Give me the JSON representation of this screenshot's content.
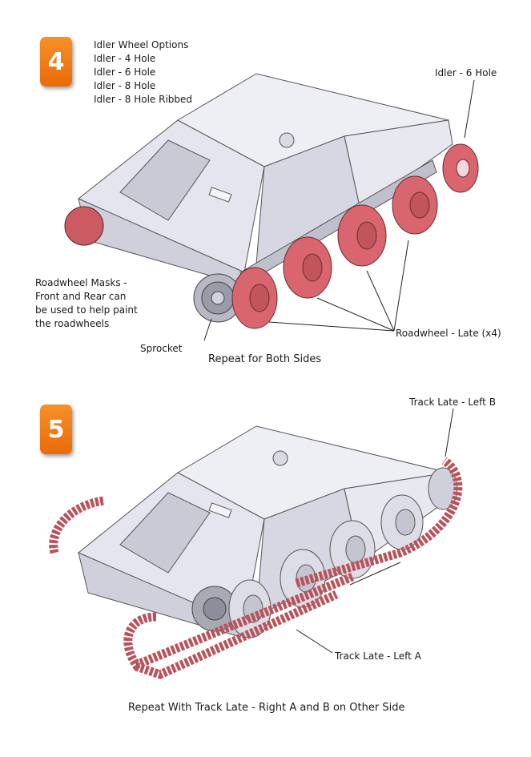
{
  "step4": {
    "number": "4",
    "options_title": "Idler Wheel Options",
    "options": [
      "Idler - 4 Hole",
      "Idler - 6 Hole",
      "Idler - 8 Hole",
      "Idler - 8 Hole Ribbed"
    ],
    "label_idler": "Idler - 6 Hole",
    "label_masks": [
      "Roadwheel Masks -",
      "Front and Rear can",
      "be used to help paint",
      "the roadwheels"
    ],
    "label_sprocket": "Sprocket",
    "label_roadwheel": "Roadwheel - Late (x4)",
    "caption": "Repeat for Both Sides"
  },
  "step5": {
    "number": "5",
    "label_track_b": "Track Late - Left B",
    "label_track_a": "Track Late - Left A",
    "caption": "Repeat With Track Late - Right A and B on Other Side"
  },
  "colors": {
    "badge": "#f07a14",
    "highlight_part": "#d9666e",
    "hull": "#e2e3ec"
  }
}
